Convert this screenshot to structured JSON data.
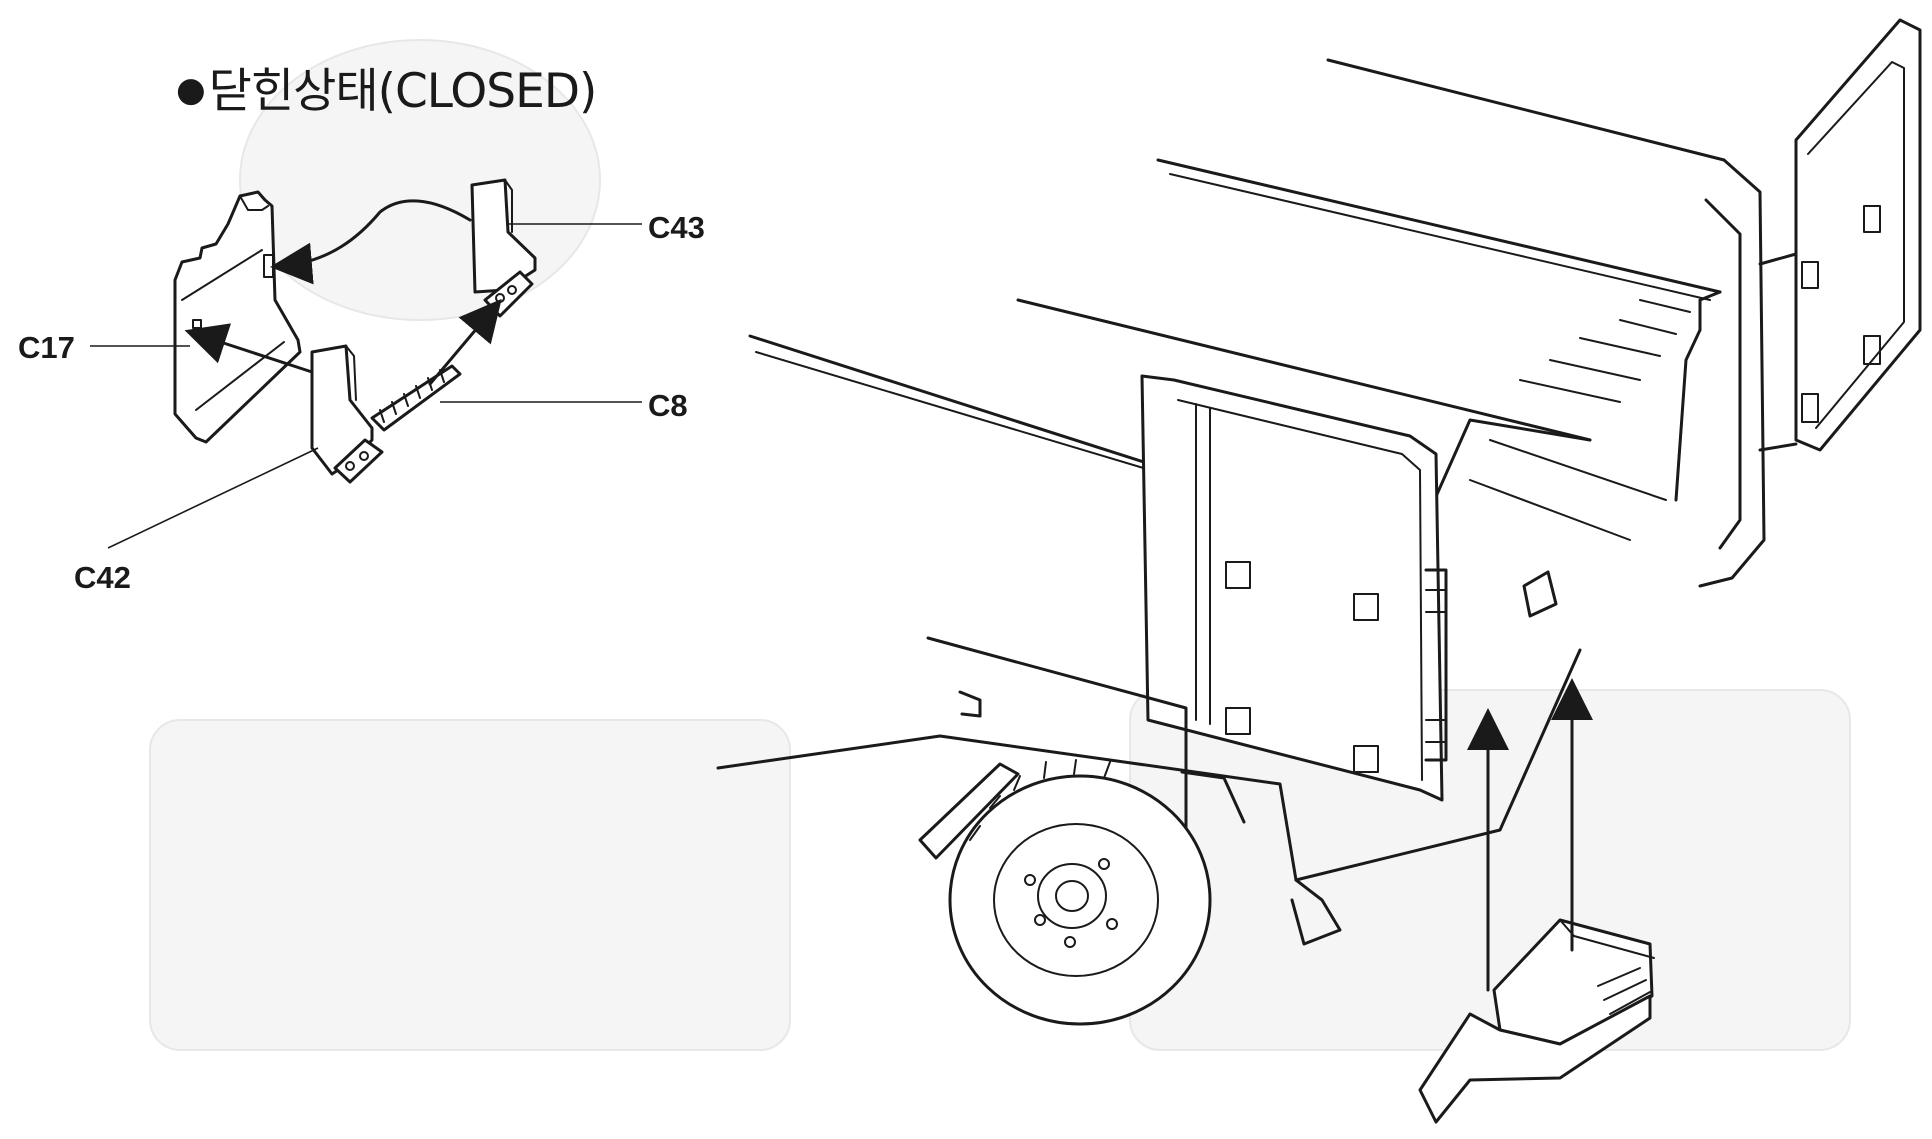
{
  "title": {
    "bullet": "●",
    "text": "닫힌상태(CLOSED)"
  },
  "callouts": {
    "c43": "C43",
    "c8": "C8",
    "c17": "C17",
    "c42": "C42"
  },
  "colors": {
    "ink": "#1a1a1a",
    "paper": "#ffffff",
    "ghost": "#f3f3f3"
  }
}
